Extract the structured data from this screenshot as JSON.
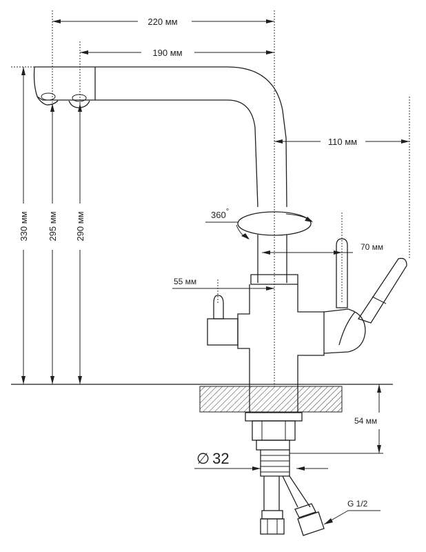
{
  "dimensions": {
    "width_220": "220 мм",
    "width_190": "190 мм",
    "reach_110": "110 мм",
    "rotation": "360",
    "degree_mark": "°",
    "offset_70": "70 мм",
    "offset_55": "55 мм",
    "height_330": "330 мм",
    "height_295": "295 мм",
    "height_290": "290 мм",
    "depth_54": "54 мм",
    "diameter_symbol": "∅",
    "diameter_value": "32",
    "thread": "G 1/2"
  }
}
